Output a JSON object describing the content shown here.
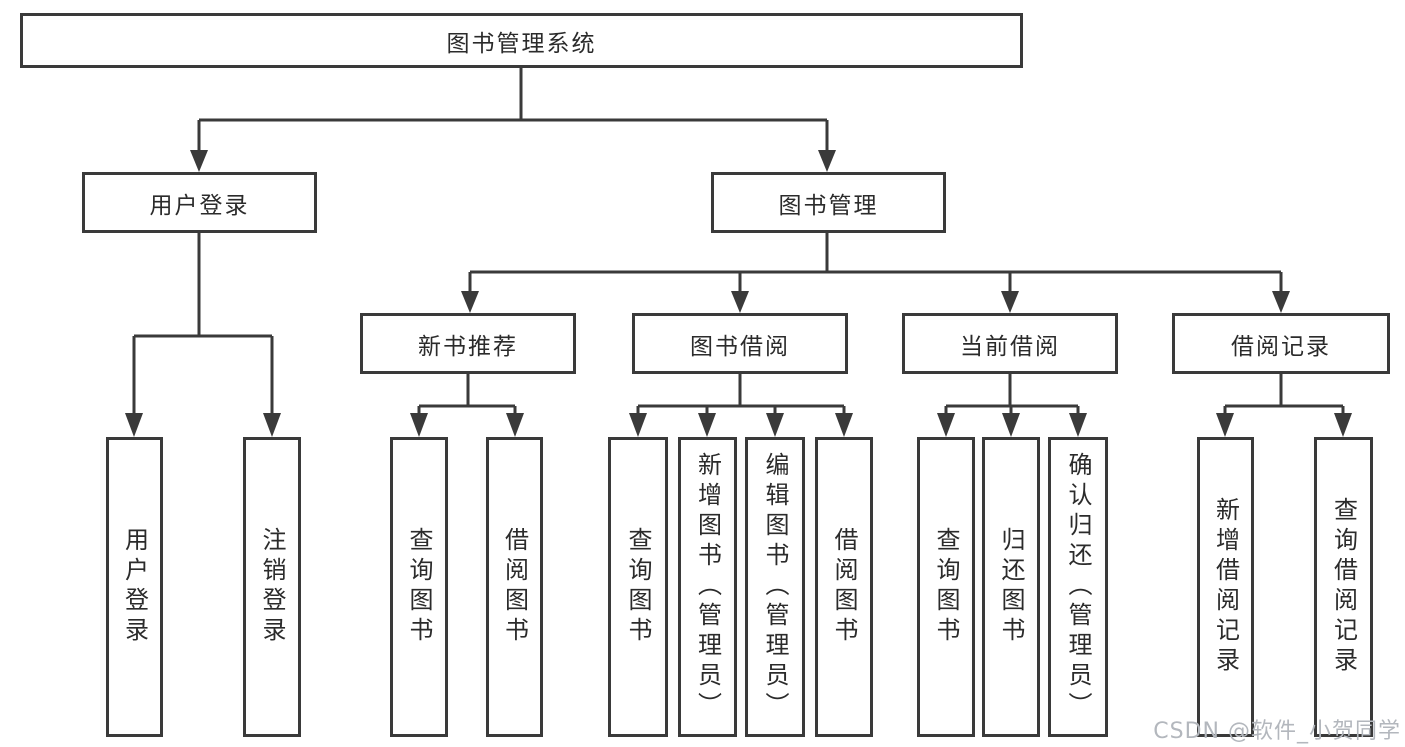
{
  "tree": {
    "label": "图书管理系统",
    "children": [
      {
        "label": "用户登录",
        "children": [
          {
            "label": "用户登录"
          },
          {
            "label": "注销登录"
          }
        ]
      },
      {
        "label": "图书管理",
        "children": [
          {
            "label": "新书推荐",
            "children": [
              {
                "label": "查询图书"
              },
              {
                "label": "借阅图书"
              }
            ]
          },
          {
            "label": "图书借阅",
            "children": [
              {
                "label": "查询图书"
              },
              {
                "label": "新增图书（管理员）"
              },
              {
                "label": "编辑图书（管理员）"
              },
              {
                "label": "借阅图书"
              }
            ]
          },
          {
            "label": "当前借阅",
            "children": [
              {
                "label": "查询图书"
              },
              {
                "label": "归还图书"
              },
              {
                "label": "确认归还（管理员）"
              }
            ]
          },
          {
            "label": "借阅记录",
            "children": [
              {
                "label": "新增借阅记录"
              },
              {
                "label": "查询借阅记录"
              }
            ]
          }
        ]
      }
    ]
  },
  "watermark": {
    "text": "CSDN @软件_小贺同学"
  },
  "colors": {
    "line": "#3a3a3a",
    "box_border": "#3a3a3a",
    "box_fill": "#ffffff",
    "text": "#2b2b2b",
    "watermark": "#b3b7bd",
    "background": "#ffffff"
  }
}
